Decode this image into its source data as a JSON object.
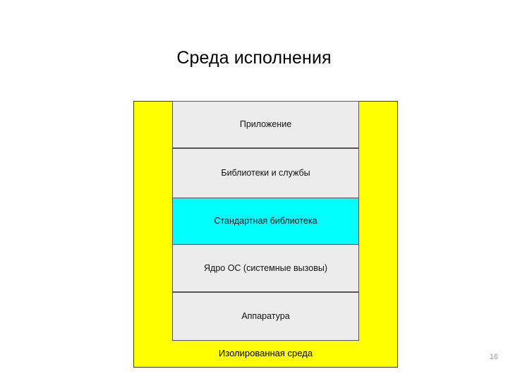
{
  "slide": {
    "title": "Среда исполнения",
    "page_number": "16",
    "background_color": "#ffffff"
  },
  "diagram": {
    "outer_box": {
      "label": "Изолированная среда",
      "fill_color": "#ffff00",
      "border_color": "#3a3a3a"
    },
    "layers": [
      {
        "label": "Приложение",
        "fill_color": "#ececec",
        "highlighted": false
      },
      {
        "label": "Библиотеки и службы",
        "fill_color": "#ececec",
        "highlighted": false
      },
      {
        "label": "Стандартная библиотека",
        "fill_color": "#00ffff",
        "highlighted": true
      },
      {
        "label": "Ядро ОС (системные вызовы)",
        "fill_color": "#ececec",
        "highlighted": false
      },
      {
        "label": "Аппаратура",
        "fill_color": "#ececec",
        "highlighted": false
      }
    ]
  }
}
